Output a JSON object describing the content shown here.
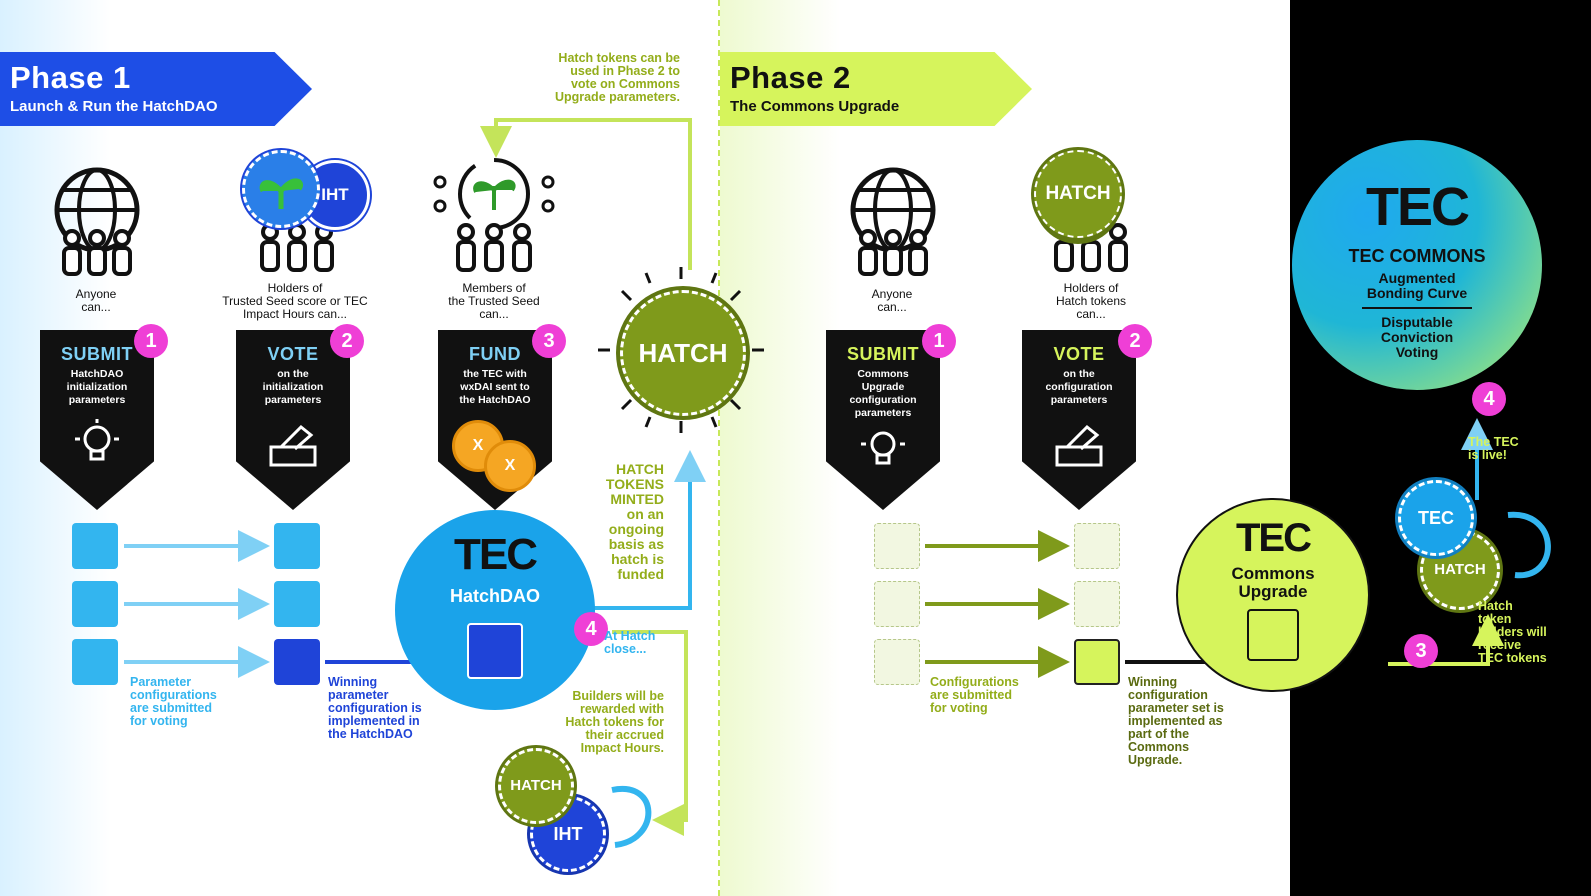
{
  "phase1": {
    "title": "Phase 1",
    "subtitle": "Launch & Run the HatchDAO"
  },
  "phase2": {
    "title": "Phase 2",
    "subtitle": "The Commons Upgrade"
  },
  "p1_steps": [
    {
      "who": [
        "Anyone",
        "can..."
      ],
      "action": "SUBMIT",
      "desc": [
        "HatchDAO",
        "initialization",
        "parameters"
      ],
      "num": "1"
    },
    {
      "who": [
        "Holders of",
        "Trusted Seed score or TEC",
        "Impact Hours can..."
      ],
      "action": "VOTE",
      "desc": [
        "on the",
        "initialization",
        "parameters"
      ],
      "num": "2"
    },
    {
      "who": [
        "Members of",
        "the Trusted Seed",
        "can..."
      ],
      "action": "FUND",
      "desc": [
        "the TEC with",
        "wxDAI sent to",
        "the HatchDAO"
      ],
      "num": "3"
    }
  ],
  "p2_steps": [
    {
      "who": [
        "Anyone",
        "can..."
      ],
      "action": "SUBMIT",
      "desc": [
        "Commons",
        "Upgrade",
        "configuration",
        "parameters"
      ],
      "num": "1"
    },
    {
      "who": [
        "Holders of",
        "Hatch tokens",
        "can..."
      ],
      "action": "VOTE",
      "desc": [
        "on the",
        "configuration",
        "parameters"
      ],
      "num": "2"
    }
  ],
  "coins": {
    "iht": "IHT",
    "hatch": "HATCH",
    "tec": "TEC",
    "x": "X"
  },
  "hatch_sun": "HATCH",
  "hatch_note": [
    "Hatch tokens can be",
    "used in Phase 2 to",
    "vote on Commons",
    "Upgrade parameters."
  ],
  "minted_note": {
    "l1": "HATCH",
    "l2": "TOKENS",
    "l3": "MINTED",
    "l4": "on an",
    "l5": "ongoing",
    "l6": "basis as",
    "l7": "hatch is",
    "l8": "funded"
  },
  "hatchdao": {
    "logo": "TEC",
    "label": "HatchDAO",
    "num": "4"
  },
  "at_close": [
    "At Hatch",
    "close..."
  ],
  "builders_note": [
    "Builders will be",
    "rewarded with",
    "Hatch tokens for",
    "their accrued",
    "Impact Hours."
  ],
  "p1_param_note": [
    "Parameter",
    "configurations",
    "are submitted",
    "for voting"
  ],
  "p1_win_note": [
    "Winning",
    "parameter",
    "configuration is",
    "implemented in",
    "the HatchDAO"
  ],
  "p2_param_note": [
    "Configurations",
    "are submitted",
    "for voting"
  ],
  "p2_win_note": [
    "Winning",
    "configuration",
    "parameter set is",
    "implemented as",
    "part of the",
    "Commons",
    "Upgrade."
  ],
  "commons_upgrade": {
    "logo": "TEC",
    "l1": "Commons",
    "l2": "Upgrade"
  },
  "tec_commons": {
    "logo": "TEC",
    "title": "TEC COMMONS",
    "sub1": [
      "Augmented",
      "Bonding Curve"
    ],
    "sub2": [
      "Disputable",
      "Conviction",
      "Voting"
    ],
    "num": "4"
  },
  "tec_live": [
    "The TEC",
    "is live!"
  ],
  "receive_note": [
    "Hatch",
    "token",
    "holders will",
    "receive",
    "TEC tokens"
  ],
  "num3": "3",
  "colors": {
    "blue": "#1e4ee6",
    "sky": "#33b5ef",
    "lime": "#d6f45c",
    "olive": "#7f9a1b",
    "magenta": "#ef3fd6",
    "black": "#000000"
  }
}
